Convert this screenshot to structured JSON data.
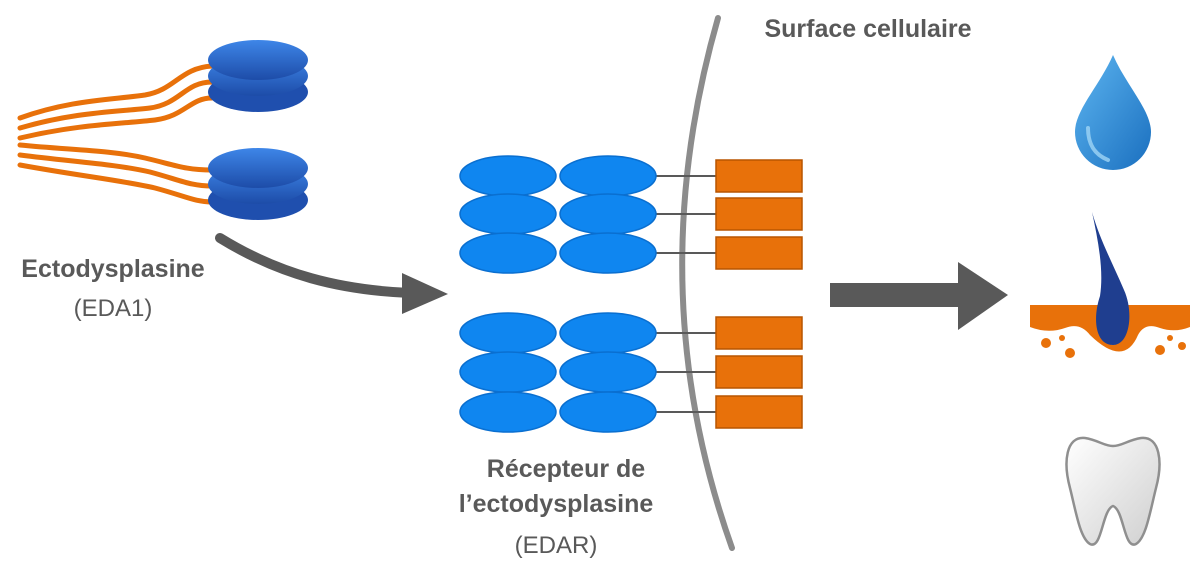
{
  "labels": {
    "cell_surface": "Surface cellulaire",
    "ligand_name": "Ectodysplasine",
    "ligand_abbr": "(EDA1)",
    "receptor_name_line1": "Récepteur de",
    "receptor_name_line2": "l’ectodysplasine",
    "receptor_abbr": "(EDAR)"
  },
  "outcomes": [
    {
      "icon": "sweat-drop-icon"
    },
    {
      "icon": "hair-follicle-icon"
    },
    {
      "icon": "tooth-icon"
    }
  ],
  "colors": {
    "ligand_strand": "#E8710A",
    "ligand_disc": "#2E6FD6",
    "ligand_disc_dark": "#1F4FAE",
    "receptor_oval": "#0F86F0",
    "receptor_box": "#E8710A",
    "membrane": "#8C8C8C",
    "arrow": "#595959",
    "text": "#595959",
    "drop": "#2B8FD8",
    "hair": "#1F3E8F",
    "skin": "#E8710A",
    "tooth": "#E6E6E6"
  }
}
